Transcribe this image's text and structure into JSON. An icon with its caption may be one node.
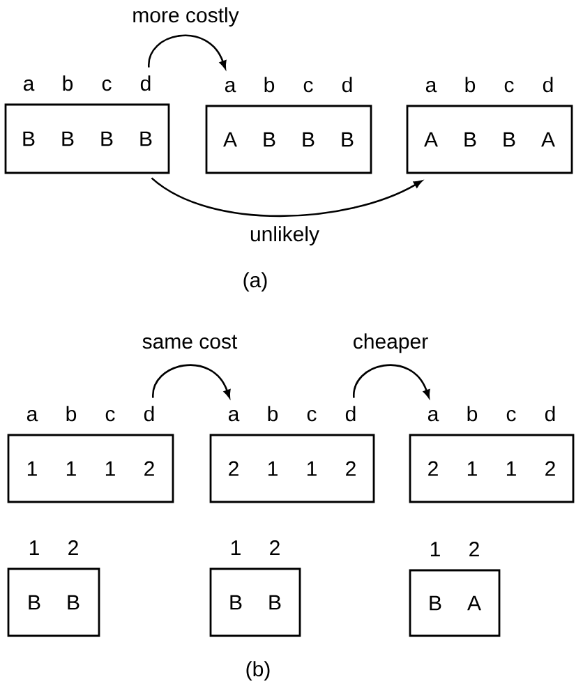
{
  "diagram": {
    "nodes": [
      {
        "text": [
          "B",
          "B",
          "B",
          "B"
        ],
        "beside": [
          "a",
          "b",
          "c",
          "d"
        ]
      },
      {
        "text": [
          "A",
          "B",
          "B",
          "B"
        ],
        "beside": [
          "a",
          "b",
          "c",
          "d"
        ]
      },
      {
        "text": [
          "A",
          "B",
          "B",
          "A"
        ],
        "beside": [
          "a",
          "b",
          "c",
          "d"
        ]
      },
      {
        "text": [
          "1",
          "1",
          "1",
          "2"
        ],
        "beside": [
          "a",
          "b",
          "c",
          "d"
        ]
      },
      {
        "text": [
          "2",
          "1",
          "1",
          "2"
        ],
        "beside": [
          "a",
          "b",
          "c",
          "d"
        ]
      },
      {
        "text": [
          "2",
          "1",
          "1",
          "2"
        ],
        "beside": [
          "a",
          "b",
          "c",
          "d"
        ]
      },
      {
        "text": [
          "B",
          "B"
        ],
        "beside": [
          "1",
          "2"
        ]
      },
      {
        "text": [
          "B",
          "B"
        ],
        "beside": [
          "1",
          "2"
        ]
      },
      {
        "text": [
          "B",
          "A"
        ],
        "beside": [
          "1",
          "2"
        ]
      }
    ],
    "edges": [
      {
        "from": 0,
        "to": 1,
        "arrow": "to",
        "label": "more costly"
      },
      {
        "from": 0,
        "to": 2,
        "arrow": "to",
        "label": "unlikely"
      },
      {
        "from": 3,
        "to": 4,
        "arrow": "to",
        "label": "same cost"
      },
      {
        "from": 4,
        "to": 5,
        "arrow": "to",
        "label": "cheaper"
      }
    ],
    "labels": [
      "(a)",
      "(b)"
    ]
  }
}
